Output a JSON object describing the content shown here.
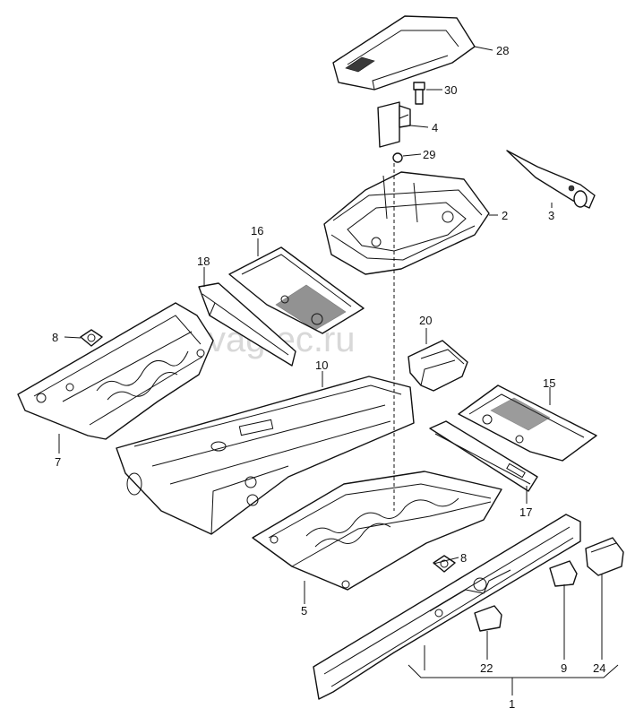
{
  "watermark": "vagtec.ru",
  "callouts": [
    {
      "id": "c28",
      "text": "28"
    },
    {
      "id": "c30",
      "text": "30"
    },
    {
      "id": "c4",
      "text": "4"
    },
    {
      "id": "c29",
      "text": "29"
    },
    {
      "id": "c3",
      "text": "3"
    },
    {
      "id": "c2",
      "text": "2"
    },
    {
      "id": "c16",
      "text": "16"
    },
    {
      "id": "c18",
      "text": "18"
    },
    {
      "id": "c8a",
      "text": "8"
    },
    {
      "id": "c20",
      "text": "20"
    },
    {
      "id": "c10",
      "text": "10"
    },
    {
      "id": "c15",
      "text": "15"
    },
    {
      "id": "c7",
      "text": "7"
    },
    {
      "id": "c17",
      "text": "17"
    },
    {
      "id": "c8b",
      "text": "8"
    },
    {
      "id": "c5",
      "text": "5"
    },
    {
      "id": "c22",
      "text": "22"
    },
    {
      "id": "c9",
      "text": "9"
    },
    {
      "id": "c24",
      "text": "24"
    },
    {
      "id": "c1",
      "text": "1"
    }
  ]
}
